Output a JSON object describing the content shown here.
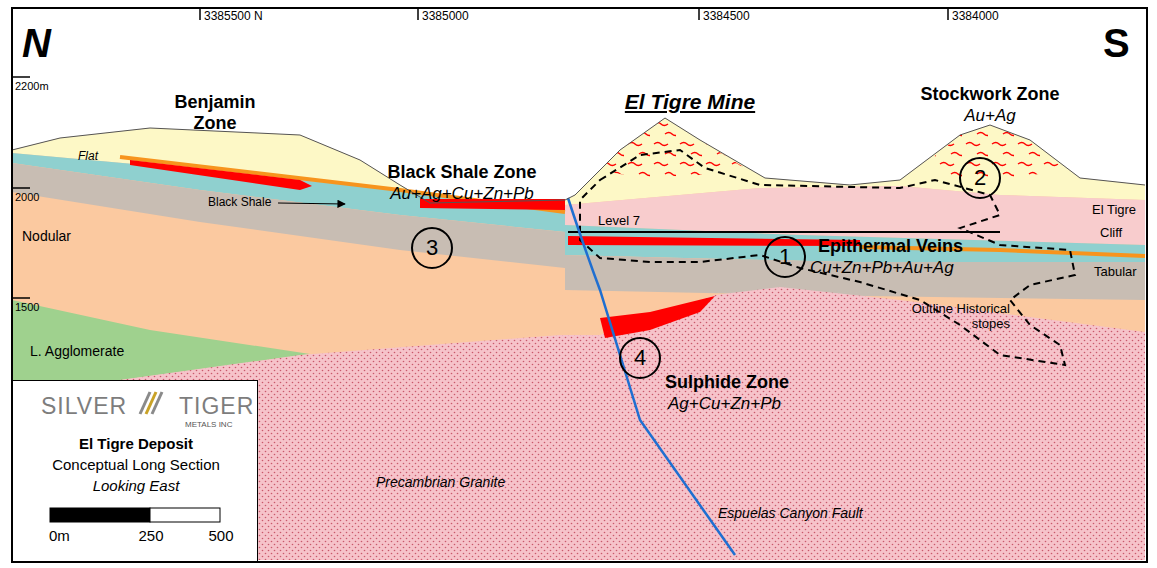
{
  "diagram": {
    "nodes": [
      {
        "text": [
          "2"
        ]
      },
      {
        "text": [
          "3"
        ]
      },
      {
        "text": [
          "1"
        ]
      },
      {
        "text": [
          "4"
        ]
      },
      {
        "text": [
          "SILVER",
          "TIGER",
          "METALS INC",
          "El Tigre Deposit",
          "Conceptual Long Section",
          "Looking East",
          "0m",
          "250",
          "500"
        ]
      }
    ],
    "labels": [
      "N",
      "S",
      "3385500 N",
      "3385000",
      "3384500",
      "3384000",
      "2200m",
      "2000",
      "1500",
      "Benjamin Zone",
      "Black Shale Zone",
      "Au+Ag+Cu+Zn+Pb",
      "El Tigre Mine",
      "Stockwork Zone",
      "Au+Ag",
      "Flat",
      "Black Shale",
      "Level 7",
      "Epithermal Veins",
      "Cu+Zn+Pb+Au+Ag",
      "El Tigre",
      "Cliff",
      "Tabular",
      "Nodular",
      "Outline Historical stopes",
      "L. Agglomerate",
      "Sulphide Zone",
      "Ag+Cu+Zn+Pb",
      "Precambrian Granite",
      "Espuelas Canyon Fault"
    ]
  }
}
